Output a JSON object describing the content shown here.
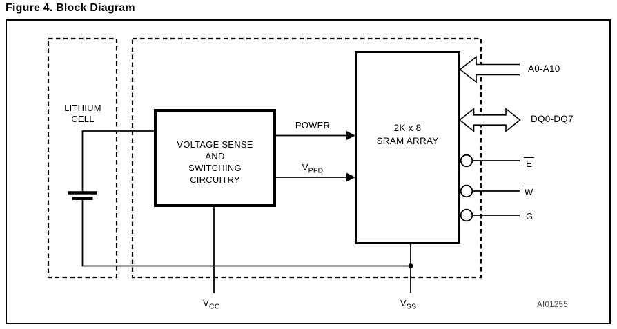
{
  "figure": {
    "title": "Figure 4. Block Diagram",
    "code": "AI01255"
  },
  "blocks": {
    "lithium_cell": {
      "lines": [
        "LITHIUM",
        "CELL"
      ]
    },
    "voltage_sense": {
      "lines": [
        "VOLTAGE SENSE",
        "AND",
        "SWITCHING",
        "CIRCUITRY"
      ]
    },
    "sram_array": {
      "lines": [
        "2K x 8",
        "SRAM ARRAY"
      ]
    }
  },
  "signals": {
    "power": {
      "label": "POWER"
    },
    "vpfd": {
      "base": "V",
      "sub": "PFD"
    },
    "vcc": {
      "base": "V",
      "sub": "CC"
    },
    "vss": {
      "base": "V",
      "sub": "SS"
    },
    "address_bus": {
      "label": "A0-A10"
    },
    "data_bus": {
      "label": "DQ0-DQ7"
    },
    "chip_enable": {
      "label": "E",
      "active_low": true
    },
    "write_enable": {
      "label": "W",
      "active_low": true
    },
    "output_enable": {
      "label": "G",
      "active_low": true
    }
  },
  "colors": {
    "line": "#000000",
    "background": "#ffffff",
    "text": "#000000"
  }
}
